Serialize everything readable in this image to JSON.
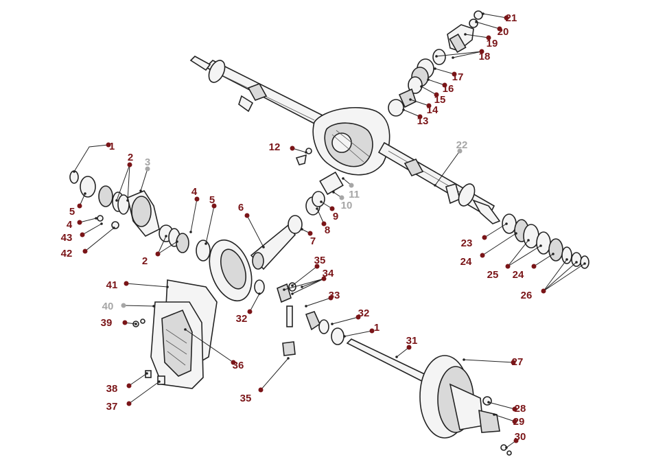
{
  "colors": {
    "callout_active": "#7a1518",
    "callout_inactive": "#a6a6a6",
    "line_art": "#222222"
  },
  "callouts": [
    {
      "label": "1",
      "inactive": false
    },
    {
      "label": "2",
      "inactive": false
    },
    {
      "label": "3",
      "inactive": true
    },
    {
      "label": "4",
      "inactive": false
    },
    {
      "label": "5",
      "inactive": false
    },
    {
      "label": "5",
      "inactive": false
    },
    {
      "label": "4",
      "inactive": false
    },
    {
      "label": "43",
      "inactive": false
    },
    {
      "label": "42",
      "inactive": false
    },
    {
      "label": "2",
      "inactive": false
    },
    {
      "label": "6",
      "inactive": false
    },
    {
      "label": "7",
      "inactive": false
    },
    {
      "label": "8",
      "inactive": false
    },
    {
      "label": "9",
      "inactive": false
    },
    {
      "label": "10",
      "inactive": true
    },
    {
      "label": "11",
      "inactive": true
    },
    {
      "label": "12",
      "inactive": false
    },
    {
      "label": "13",
      "inactive": false
    },
    {
      "label": "14",
      "inactive": false
    },
    {
      "label": "15",
      "inactive": false
    },
    {
      "label": "16",
      "inactive": false
    },
    {
      "label": "17",
      "inactive": false
    },
    {
      "label": "18",
      "inactive": false
    },
    {
      "label": "19",
      "inactive": false
    },
    {
      "label": "20",
      "inactive": false
    },
    {
      "label": "21",
      "inactive": false
    },
    {
      "label": "22",
      "inactive": true
    },
    {
      "label": "23",
      "inactive": false
    },
    {
      "label": "24",
      "inactive": false
    },
    {
      "label": "25",
      "inactive": false
    },
    {
      "label": "24",
      "inactive": false
    },
    {
      "label": "26",
      "inactive": false
    },
    {
      "label": "35",
      "inactive": false
    },
    {
      "label": "34",
      "inactive": false
    },
    {
      "label": "33",
      "inactive": false
    },
    {
      "label": "32",
      "inactive": false
    },
    {
      "label": "32",
      "inactive": false
    },
    {
      "label": "1",
      "inactive": false
    },
    {
      "label": "41",
      "inactive": false
    },
    {
      "label": "40",
      "inactive": true
    },
    {
      "label": "39",
      "inactive": false
    },
    {
      "label": "36",
      "inactive": false
    },
    {
      "label": "38",
      "inactive": false
    },
    {
      "label": "37",
      "inactive": false
    },
    {
      "label": "35",
      "inactive": false
    },
    {
      "label": "31",
      "inactive": false
    },
    {
      "label": "27",
      "inactive": false
    },
    {
      "label": "28",
      "inactive": false
    },
    {
      "label": "29",
      "inactive": false
    },
    {
      "label": "30",
      "inactive": false
    }
  ]
}
